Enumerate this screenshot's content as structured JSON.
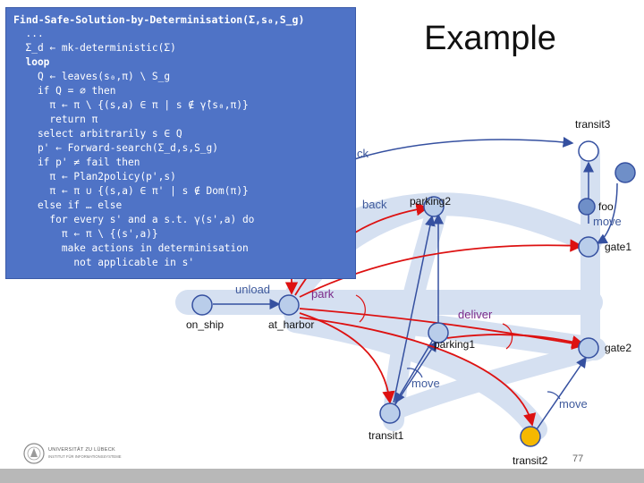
{
  "slide": {
    "title": "Example",
    "page_number": "77"
  },
  "algorithm": {
    "lines": [
      "Find-Safe-Solution-by-Determinisation(Σ,s₀,S_g)",
      "  ...",
      "  Σ_d ← mk-deterministic(Σ)",
      "  loop",
      "    Q ← leaves(s₀,π) \\ S_g",
      "    if Q = ∅ then",
      "      π ← π \\ {(s,a) ∈ π | s ∉ γ̂(s₀,π)}",
      "      return π",
      "    select arbitrarily s ∈ Q",
      "    p' ← Forward-search(Σ_d,s,S_g)",
      "    if p' ≠ fail then",
      "      π ← Plan2policy(p',s)",
      "      π ← π ∪ {(s,a) ∈ π' | s ∉ Dom(π)}",
      "    else if … else",
      "      for every s' and a s.t. γ(s',a) do",
      "        π ← π \\ {(s',a)}",
      "        make actions in determinisation",
      "          not applicable in s'"
    ]
  },
  "diagram": {
    "nodes": [
      {
        "id": "on_ship",
        "label": "on_ship",
        "color": "#b9cdea"
      },
      {
        "id": "at_harbor",
        "label": "at_harbor",
        "color": "#b9cdea"
      },
      {
        "id": "parking1",
        "label": "parking1",
        "color": "#b9cdea"
      },
      {
        "id": "parking2",
        "label": "parking2",
        "color": "#b9cdea"
      },
      {
        "id": "transit1",
        "label": "transit1",
        "color": "#b9cdea"
      },
      {
        "id": "transit2",
        "label": "transit2",
        "color": "#f5b800"
      },
      {
        "id": "transit3",
        "label": "transit3",
        "color": "#ffffff"
      },
      {
        "id": "gate1",
        "label": "gate1",
        "color": "#b9cdea"
      },
      {
        "id": "gate2",
        "label": "gate2",
        "color": "#b9cdea"
      },
      {
        "id": "foo",
        "label": "foo",
        "color": "#6f8fc8"
      },
      {
        "id": "top_right",
        "label": "",
        "color": "#6f8fc8"
      }
    ],
    "action_labels": {
      "unload": "unload",
      "park": "park",
      "deliver": "deliver",
      "back_upper": "back",
      "back_cut": "ck",
      "move_foo": "move",
      "move_mid": "move",
      "move_right": "move"
    },
    "colors": {
      "policy_red": "#dd1111",
      "edge_blue": "#3550a0",
      "band_light_blue": "#d5e0f1",
      "algorithm_bg": "#4f73c6",
      "label_blue": "#3f5a9c",
      "label_purple": "#7a2a8a"
    }
  },
  "logo": {
    "line1": "UNIVERSITÄT ZU LÜBECK",
    "line2": "INSTITUT FÜR INFORMATIONSSYSTEME"
  }
}
